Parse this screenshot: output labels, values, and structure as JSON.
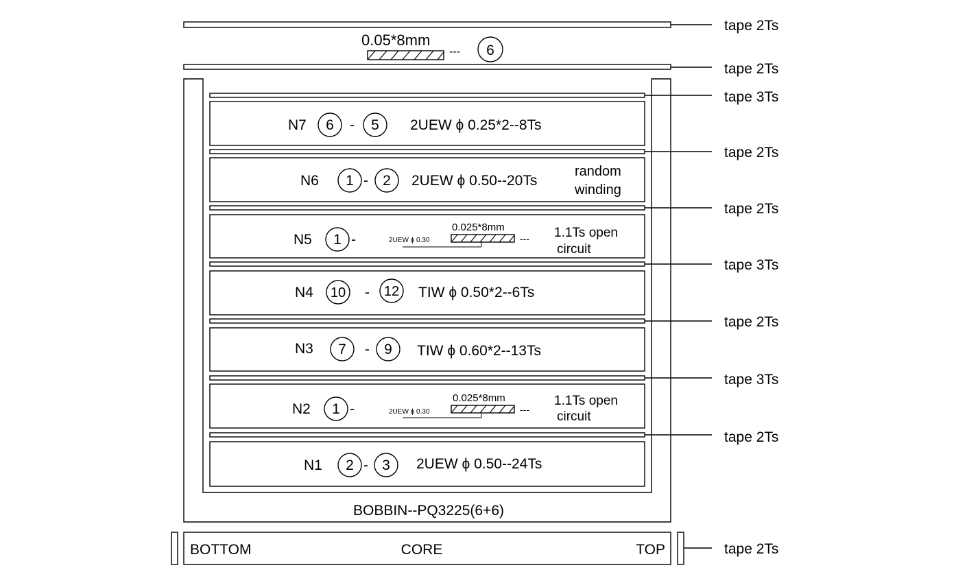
{
  "diagram": {
    "tape_labels": [
      "tape 2Ts",
      "tape 2Ts",
      "tape 3Ts",
      "tape 2Ts",
      "tape 2Ts",
      "tape 3Ts",
      "tape 2Ts",
      "tape 3Ts",
      "tape 2Ts",
      "tape 2Ts"
    ],
    "shield_top": {
      "label": "0.05*8mm",
      "dash": "---",
      "pin": "6"
    },
    "windings": [
      {
        "id": "N7",
        "pin_a": "6",
        "sep": "-",
        "pin_b": "5",
        "spec": "2UEW ϕ 0.25*2--8Ts",
        "note_1": "",
        "note_2": ""
      },
      {
        "id": "N6",
        "pin_a": "1",
        "sep": "-",
        "pin_b": "2",
        "spec": "2UEW ϕ 0.50--20Ts",
        "note_1": "random",
        "note_2": "winding"
      },
      {
        "id": "N5",
        "pin_a": "1",
        "sep": "-",
        "foil": "0.025*8mm",
        "wire": "2UEW ϕ  0.30",
        "dash": "---",
        "note_1": "1.1Ts open",
        "note_2": "circuit"
      },
      {
        "id": "N4",
        "pin_a": "10",
        "sep": "-",
        "pin_b": "12",
        "spec": "TIW ϕ 0.50*2--6Ts",
        "note_1": "",
        "note_2": ""
      },
      {
        "id": "N3",
        "pin_a": "7",
        "sep": "-",
        "pin_b": "9",
        "spec": "TIW ϕ 0.60*2--13Ts",
        "note_1": "",
        "note_2": ""
      },
      {
        "id": "N2",
        "pin_a": "1",
        "sep": "-",
        "foil": "0.025*8mm",
        "wire": "2UEW ϕ  0.30",
        "dash": "---",
        "note_1": "1.1Ts open",
        "note_2": "circuit"
      },
      {
        "id": "N1",
        "pin_a": "2",
        "sep": "-",
        "pin_b": "3",
        "spec": "2UEW ϕ 0.50--24Ts",
        "note_1": "",
        "note_2": ""
      }
    ],
    "bobbin": "BOBBIN--PQ3225(6+6)",
    "core": {
      "left": "BOTTOM",
      "center": "CORE",
      "right": "TOP"
    }
  }
}
